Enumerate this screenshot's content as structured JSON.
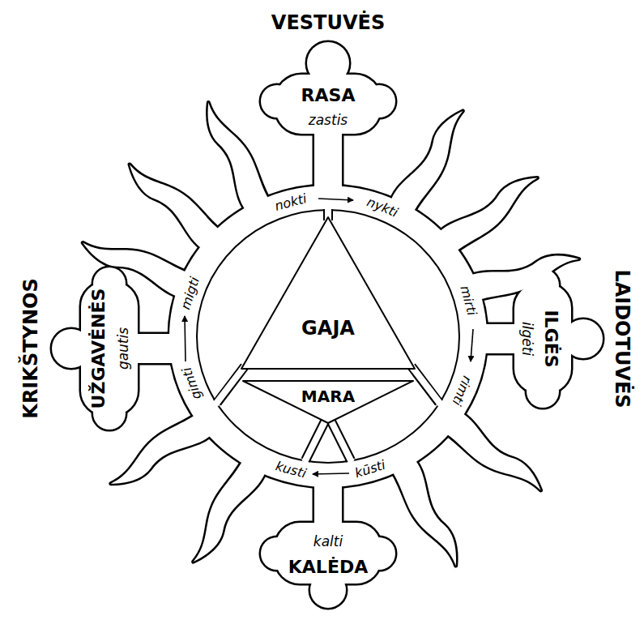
{
  "diagram": {
    "nodes": [
      {
        "text": [
          "VESTUVĖS",
          "RASA",
          "zastis"
        ]
      },
      {
        "text": [
          "KRIKŠTYNOS",
          "UŽGAVĖNĖS",
          "gautis"
        ]
      },
      {
        "text": [
          "GAJA"
        ]
      },
      {
        "text": [
          "MARA"
        ]
      },
      {
        "text": [
          "LAIDOTUVĖS",
          "ILGĖS",
          "ilgėti"
        ]
      },
      {
        "text": [
          "kalti",
          "KALĖDA"
        ]
      }
    ],
    "labels": [
      "nokti",
      "nykti",
      "mirti",
      "rimti",
      "kūsti",
      "kusti",
      "gimti",
      "migti"
    ]
  }
}
